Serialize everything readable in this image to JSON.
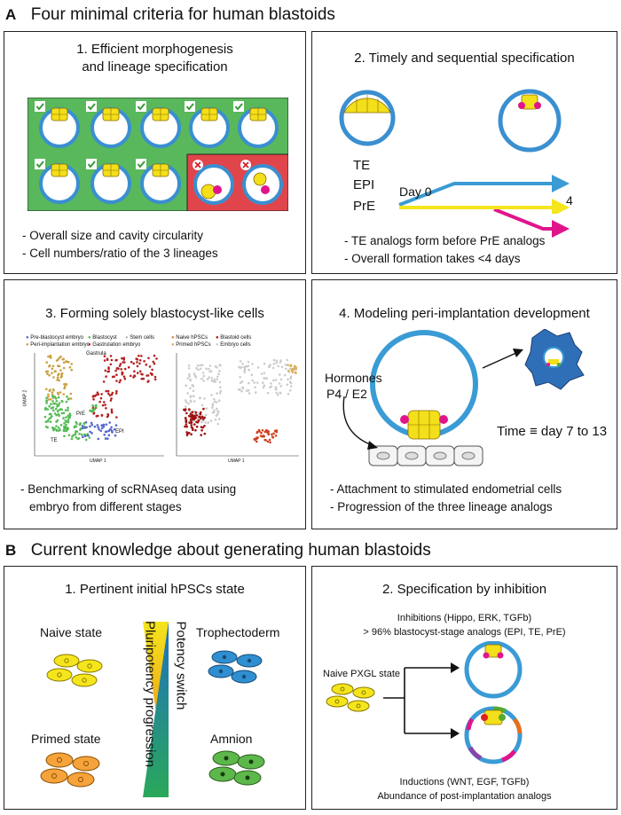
{
  "section_a": {
    "letter": "A",
    "title": "Four minimal criteria for human blastoids"
  },
  "section_b": {
    "letter": "B",
    "title": "Current knowledge about generating human blastoids"
  },
  "panel_a1": {
    "title_line1": "1. Efficient morphogenesis",
    "title_line2": "and lineage specification",
    "bullets": [
      "- Overall size and cavity circularity",
      "- Cell numbers/ratio of the 3 lineages"
    ]
  },
  "panel_a2": {
    "title": "2. Timely and sequential specification",
    "lineages": [
      "TE",
      "EPI",
      "PrE"
    ],
    "day0": "Day 0",
    "day4": "4",
    "bullets": [
      "- TE analogs form before PrE analogs",
      "- Overall formation takes <4 days"
    ]
  },
  "panel_a3": {
    "title": "3. Forming solely blastocyst-like cells",
    "legend_left": [
      "Pre-blastocyst embryo",
      "Blastocyst",
      "Stem cells",
      "Peri-implantation embryo",
      "Gastrulation embryo"
    ],
    "legend_right": [
      "Naive hPSCs",
      "Blastoid cells",
      "Primed hPSCs",
      "Embryo cells"
    ],
    "umap_labels": [
      "Gastrula",
      "PrE",
      "EPI",
      "TE"
    ],
    "axis_x": "UMAP 1",
    "axis_y": "UMAP 2",
    "bullets": [
      "- Benchmarking of scRNAseq data using",
      "embryo from different stages"
    ]
  },
  "panel_a4": {
    "title": "4. Modeling peri-implantation development",
    "hormones_line1": "Hormones",
    "hormones_line2": "P4 / E2",
    "time_label": "Time ≡ day 7 to 13",
    "bullets": [
      "- Attachment to stimulated endometrial cells",
      "- Progression of the three lineage analogs"
    ]
  },
  "panel_b1": {
    "title": "1. Pertinent initial hPSCs state",
    "states": [
      "Naive state",
      "Primed state",
      "Trophectoderm",
      "Amnion"
    ],
    "axis_pluripotency": "Pluripotency progression",
    "axis_potency": "Potency switch"
  },
  "panel_b2": {
    "title": "2. Specification by inhibition",
    "inhibitions_line1": "Inhibitions (Hippo, ERK, TGFb)",
    "inhibitions_line2": "> 96% blastocyst-stage analogs (EPI, TE, PrE)",
    "start_state": "Naive PXGL state",
    "inductions_line1": "Inductions (WNT, EGF, TGFb)",
    "inductions_line2": "Abundance of post-implantation analogs"
  },
  "colors": {
    "te_blue": "#3a9bd5",
    "epi_yellow": "#f5e51c",
    "pre_pink": "#e0158c",
    "green_bg": "#59b85c",
    "red_bg": "#e0454b"
  }
}
